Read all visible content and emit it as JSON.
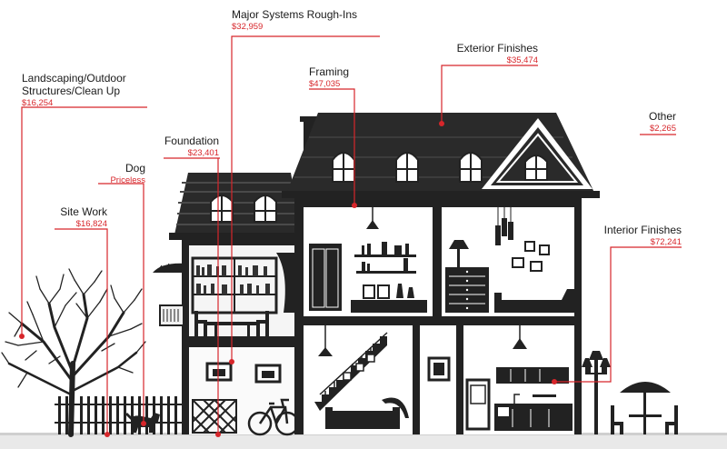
{
  "colors": {
    "house": "#222222",
    "accent": "#d7262b",
    "wall": "#ffffff",
    "roof": "#2a2a2a"
  },
  "labels": {
    "major_systems": {
      "name": "Major Systems Rough-Ins",
      "cost": "$32,959"
    },
    "exterior_finishes": {
      "name": "Exterior Finishes",
      "cost": "$35,474"
    },
    "framing": {
      "name": "Framing",
      "cost": "$47,035"
    },
    "landscaping": {
      "name1": "Landscaping/Outdoor",
      "name2": "Structures/Clean Up",
      "cost": "$16,254"
    },
    "other": {
      "name": "Other",
      "cost": "$2,265"
    },
    "foundation": {
      "name": "Foundation",
      "cost": "$23,401"
    },
    "dog": {
      "name": "Dog",
      "cost": "Priceless"
    },
    "site_work": {
      "name": "Site Work",
      "cost": "$16,824"
    },
    "interior_finishes": {
      "name": "Interior Finishes",
      "cost": "$72,241"
    }
  }
}
